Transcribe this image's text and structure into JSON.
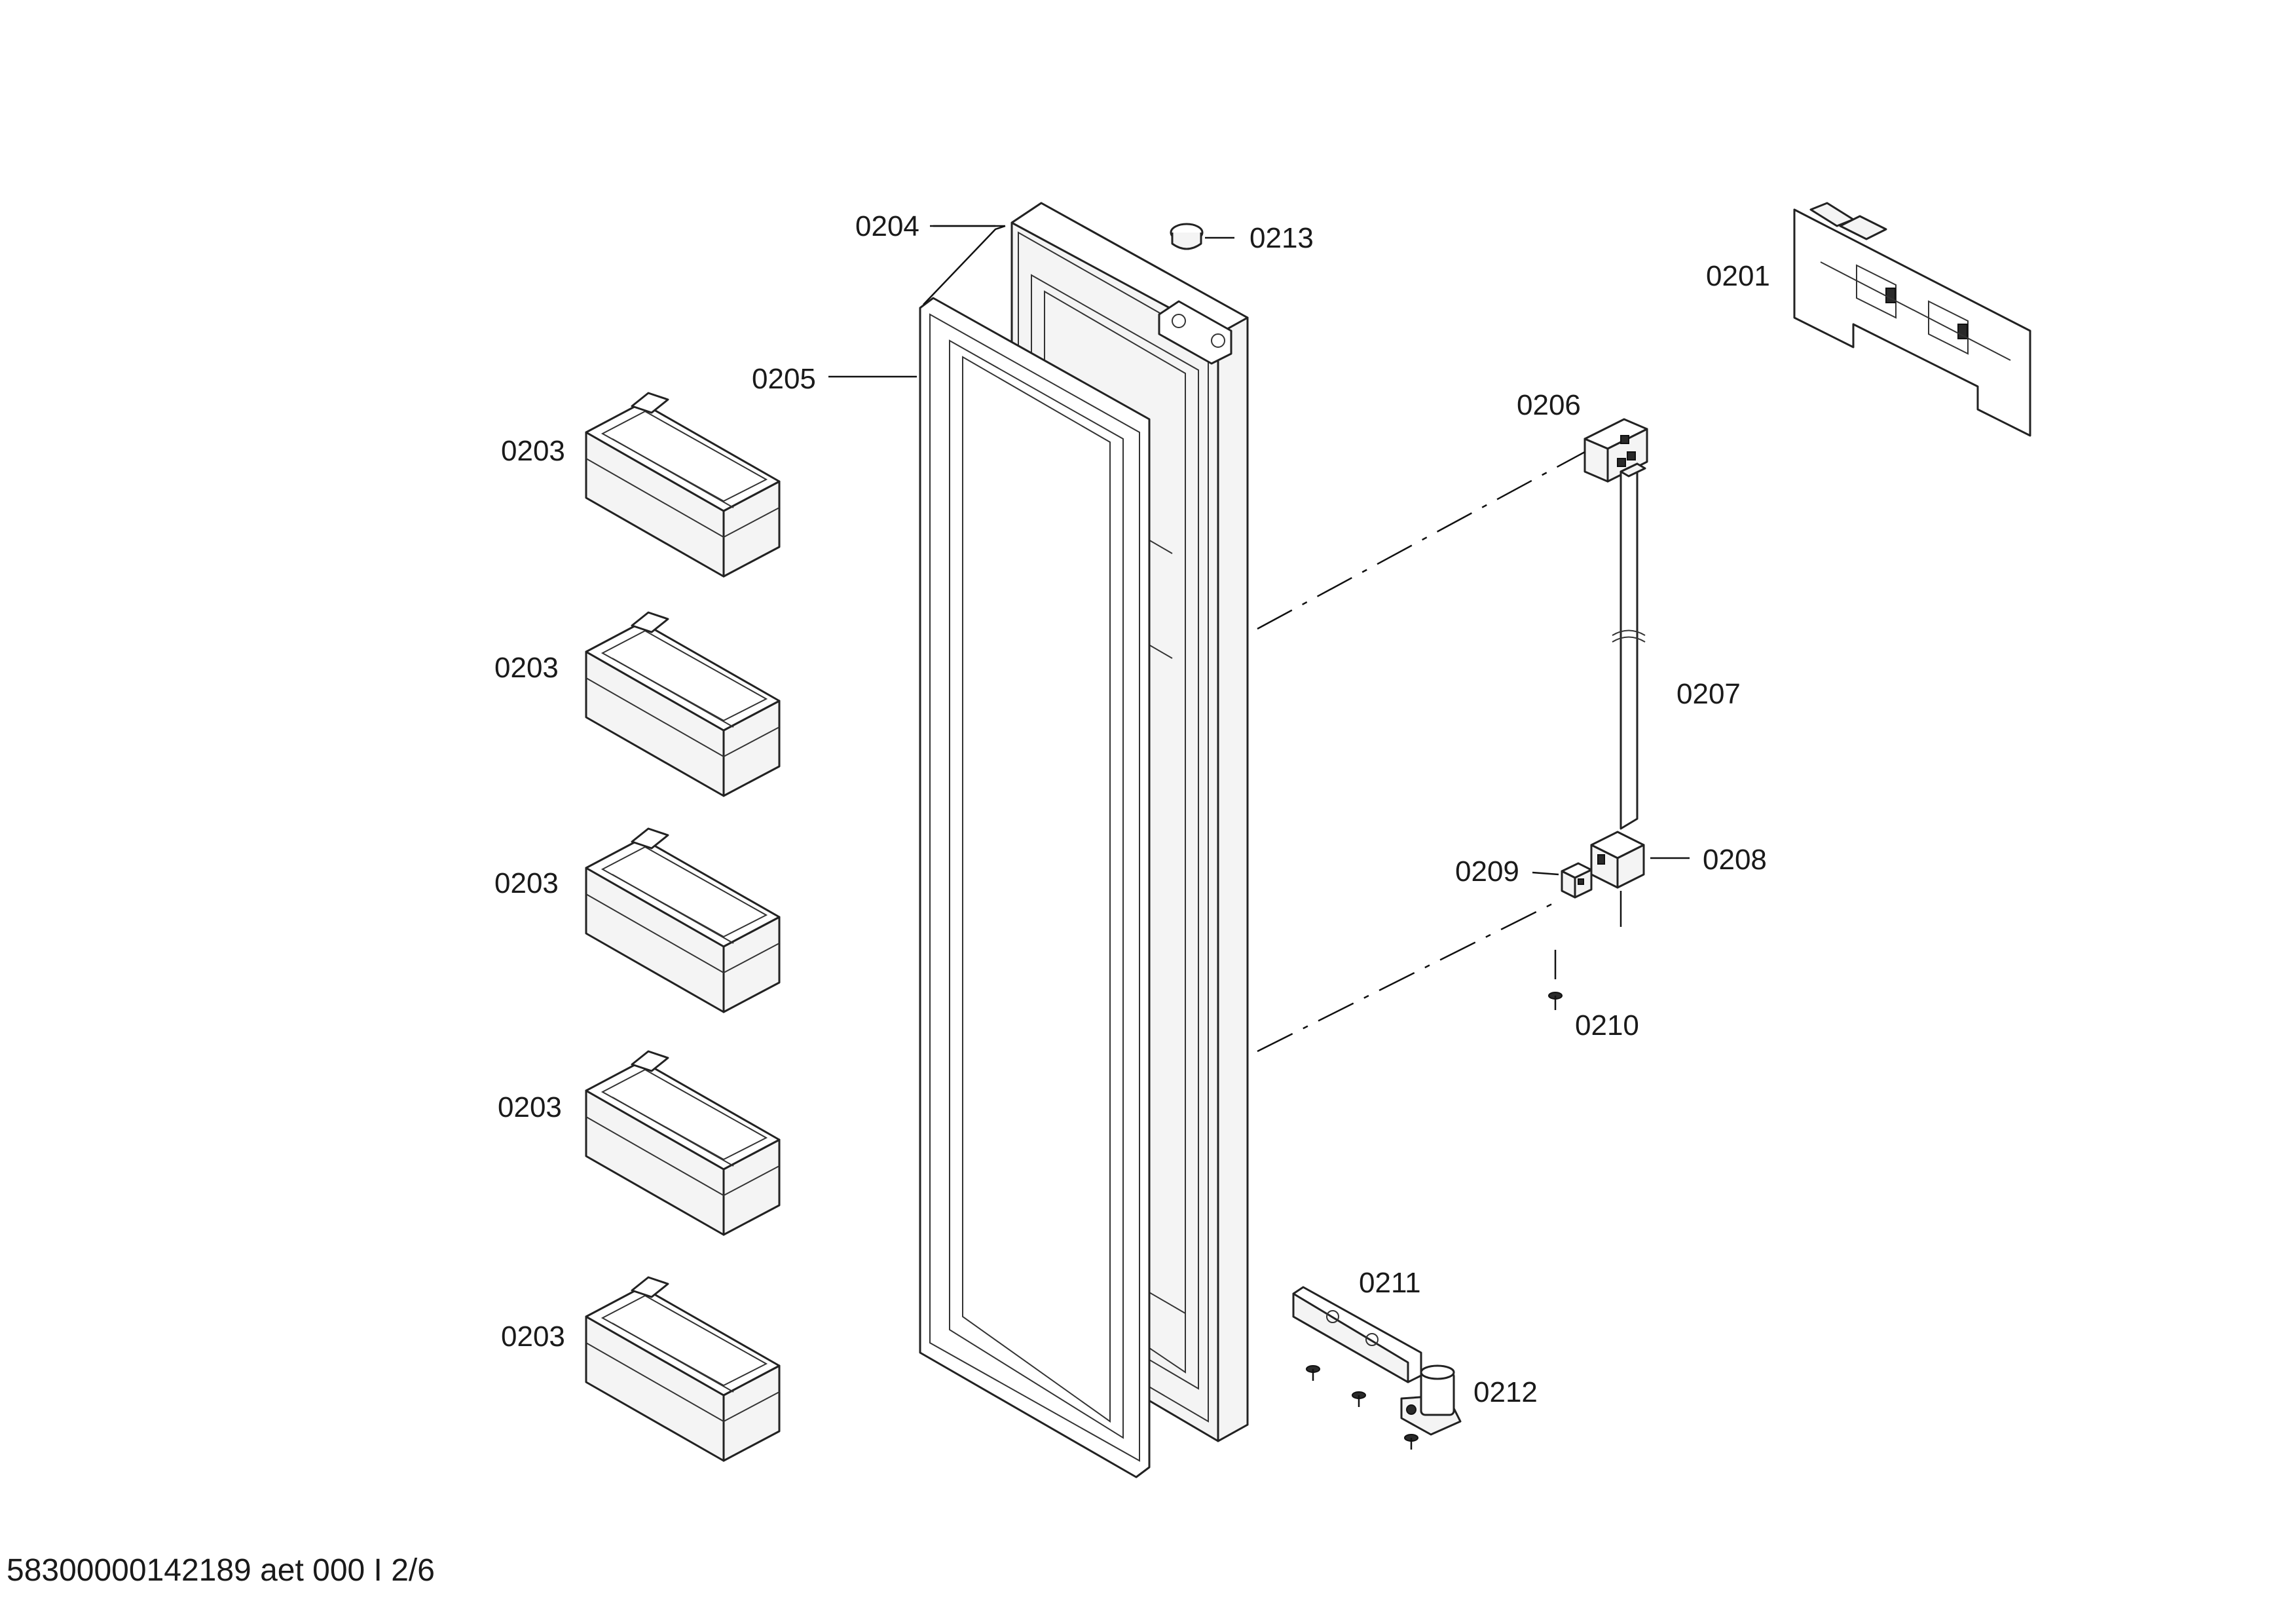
{
  "callouts": {
    "p0201": "0201",
    "p0203_1": "0203",
    "p0203_2": "0203",
    "p0203_3": "0203",
    "p0203_4": "0203",
    "p0203_5": "0203",
    "p0204": "0204",
    "p0205": "0205",
    "p0206": "0206",
    "p0207": "0207",
    "p0208": "0208",
    "p0209": "0209",
    "p0210": "0210",
    "p0211": "0211",
    "p0212": "0212",
    "p0213": "0213"
  },
  "footer": {
    "document_id": "58300000142189 aet 000 I 2/6"
  }
}
